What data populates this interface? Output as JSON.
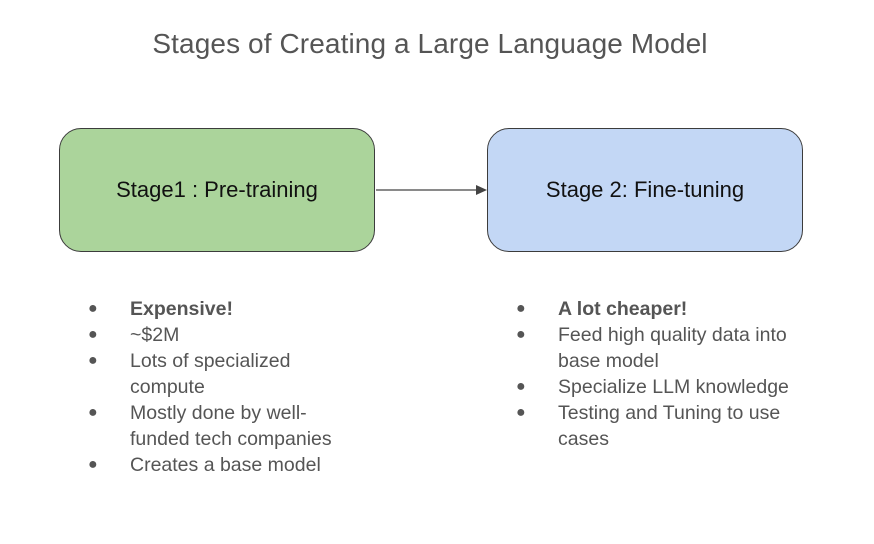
{
  "title": "Stages of Creating a Large Language Model",
  "stages": [
    {
      "label": "Stage1 : Pre-training",
      "color": "#abd49b",
      "bullets": [
        {
          "text": "Expensive!",
          "bold": true
        },
        {
          "text": "~$2M",
          "bold": false
        },
        {
          "text": "Lots of specialized compute",
          "bold": false
        },
        {
          "text": "Mostly done by well-funded tech companies",
          "bold": false
        },
        {
          "text": "Creates a base model",
          "bold": false
        }
      ]
    },
    {
      "label": "Stage 2: Fine-tuning",
      "color": "#c3d7f5",
      "bullets": [
        {
          "text": "A lot cheaper!",
          "bold": true
        },
        {
          "text": "Feed high quality data into base model",
          "bold": false
        },
        {
          "text": "Specialize LLM knowledge",
          "bold": false
        },
        {
          "text": "Testing and Tuning to use cases",
          "bold": false
        }
      ]
    }
  ],
  "bullet_glyph": "●"
}
